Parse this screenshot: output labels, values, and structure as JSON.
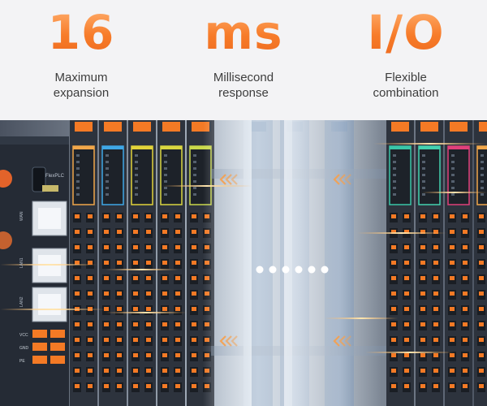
{
  "stats": [
    {
      "value": "16",
      "caption": "Maximum\nexpansion"
    },
    {
      "value": "ms",
      "caption": "Millisecond\nresponse"
    },
    {
      "value": "I/O",
      "caption": "Flexible\ncombination"
    }
  ],
  "device": {
    "brand_label": "FlexPLC",
    "port_labels": [
      "WAN",
      "LAN1",
      "LAN2"
    ],
    "terminal_labels": [
      "VCC",
      "GND",
      "PE"
    ]
  },
  "colors": {
    "accent_orange": "#f47a25",
    "module_stripes": [
      "#f0a64a",
      "#3fa7e6",
      "#e2d33a",
      "#d9d640",
      "#c9d84a",
      "#39c6a8",
      "#44d2b0",
      "#e0407a",
      "#f0a64a"
    ]
  }
}
